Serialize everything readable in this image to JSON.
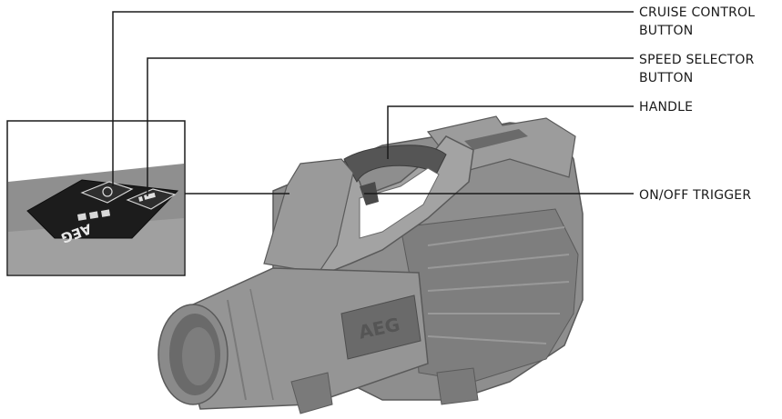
{
  "labels": {
    "cruise_control": [
      "CRUISE CONTROL",
      "BUTTON"
    ],
    "speed_selector": [
      "SPEED SELECTOR",
      "BUTTON"
    ],
    "handle": "HANDLE",
    "on_off_trigger": "ON/OFF TRIGGER"
  },
  "brand": {
    "logo_text": "AEG"
  },
  "colors": {
    "body": "#8e8e8e",
    "body_light": "#a6a6a6",
    "body_dark": "#6a6a6a",
    "grip": "#555555",
    "panel": "#1c1c1c",
    "leader_line": "#1a1a1a"
  }
}
